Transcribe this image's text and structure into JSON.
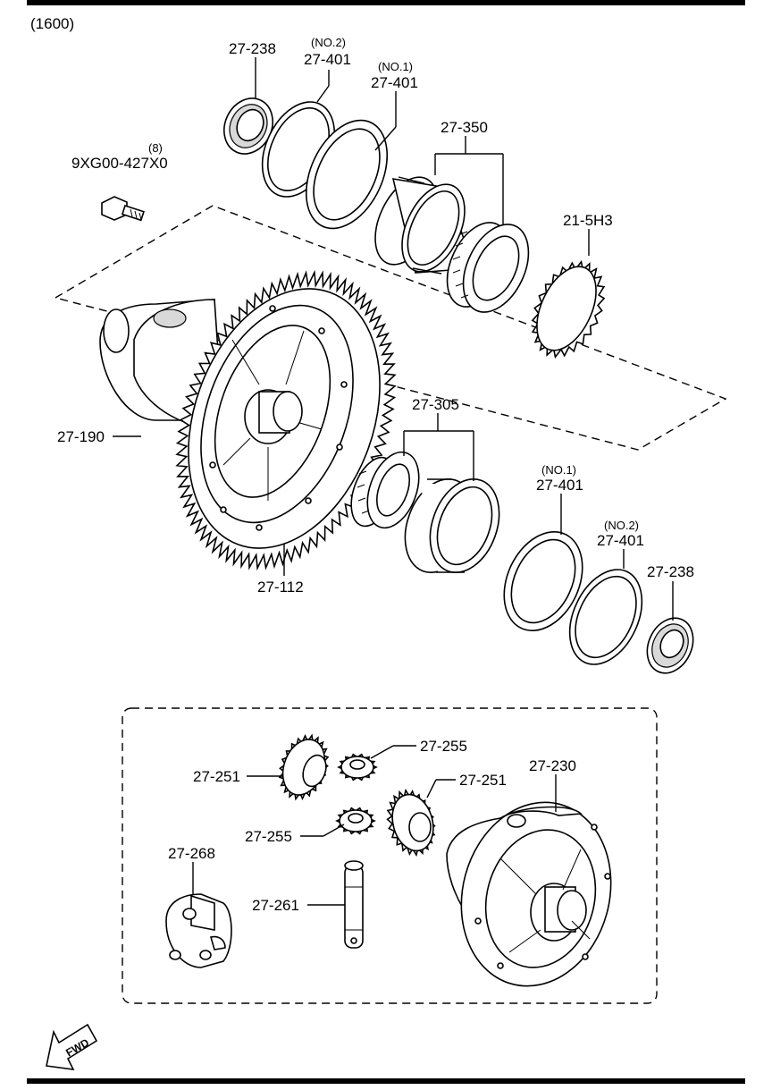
{
  "header": {
    "engine_code": "(1600)"
  },
  "fwd_label": "FWD",
  "callouts": {
    "seal_top": {
      "code": "27-238"
    },
    "shim_top_no2": {
      "qualifier": "(NO.2)",
      "code": "27-401"
    },
    "shim_top_no1": {
      "qualifier": "(NO.1)",
      "code": "27-401"
    },
    "bearing_top": {
      "code": "27-350"
    },
    "sensor_ring": {
      "code": "21-5H3"
    },
    "bolt": {
      "qualifier": "(8)",
      "code": "9XG00-427X0"
    },
    "diff_assembly": {
      "code": "27-190"
    },
    "ring_gear": {
      "code": "27-112"
    },
    "bearing_bottom": {
      "code": "27-305"
    },
    "shim_bottom_no1": {
      "qualifier": "(NO.1)",
      "code": "27-401"
    },
    "shim_bottom_no2": {
      "qualifier": "(NO.2)",
      "code": "27-401"
    },
    "seal_bottom": {
      "code": "27-238"
    },
    "side_gear_left": {
      "code": "27-251"
    },
    "pinion_upper": {
      "code": "27-255"
    },
    "side_gear_right": {
      "code": "27-251"
    },
    "pinion_lower": {
      "code": "27-255"
    },
    "diff_case": {
      "code": "27-230"
    },
    "thrust_washer": {
      "code": "27-268"
    },
    "pinion_shaft": {
      "code": "27-261"
    }
  }
}
